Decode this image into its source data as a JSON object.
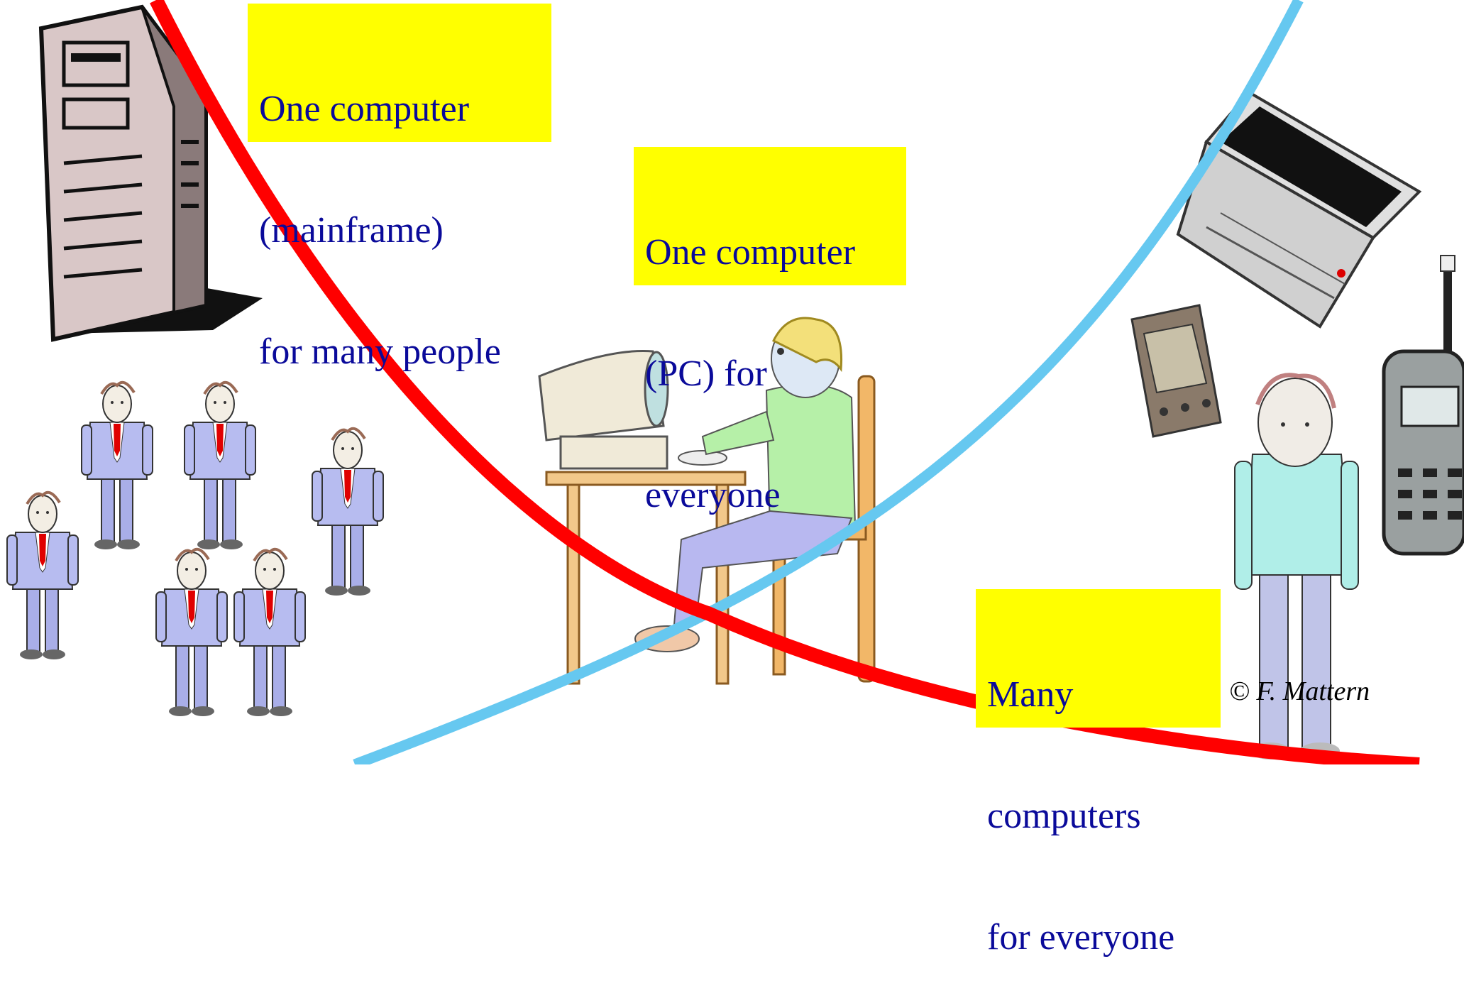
{
  "labels": {
    "mainframe": [
      "One computer",
      "(mainframe)",
      "for many people"
    ],
    "pc": [
      "One computer",
      "(PC) for",
      "everyone"
    ],
    "ubiquitous": [
      "Many",
      "computers",
      "for everyone"
    ]
  },
  "copyright": "© F. Mattern",
  "colors": {
    "mainframe_curve": "#ff0000",
    "pc_curve": "#66c8f0",
    "label_background": "#ffff00",
    "label_text": "#0a0a9a"
  },
  "icons": {
    "mainframe": "mainframe-server-icon",
    "crowd": "business-people-icon",
    "pc_user": "person-at-desktop-pc-icon",
    "laptop": "laptop-icon",
    "pda": "handheld-pda-icon",
    "phone": "mobile-phone-icon",
    "person": "standing-person-icon"
  }
}
